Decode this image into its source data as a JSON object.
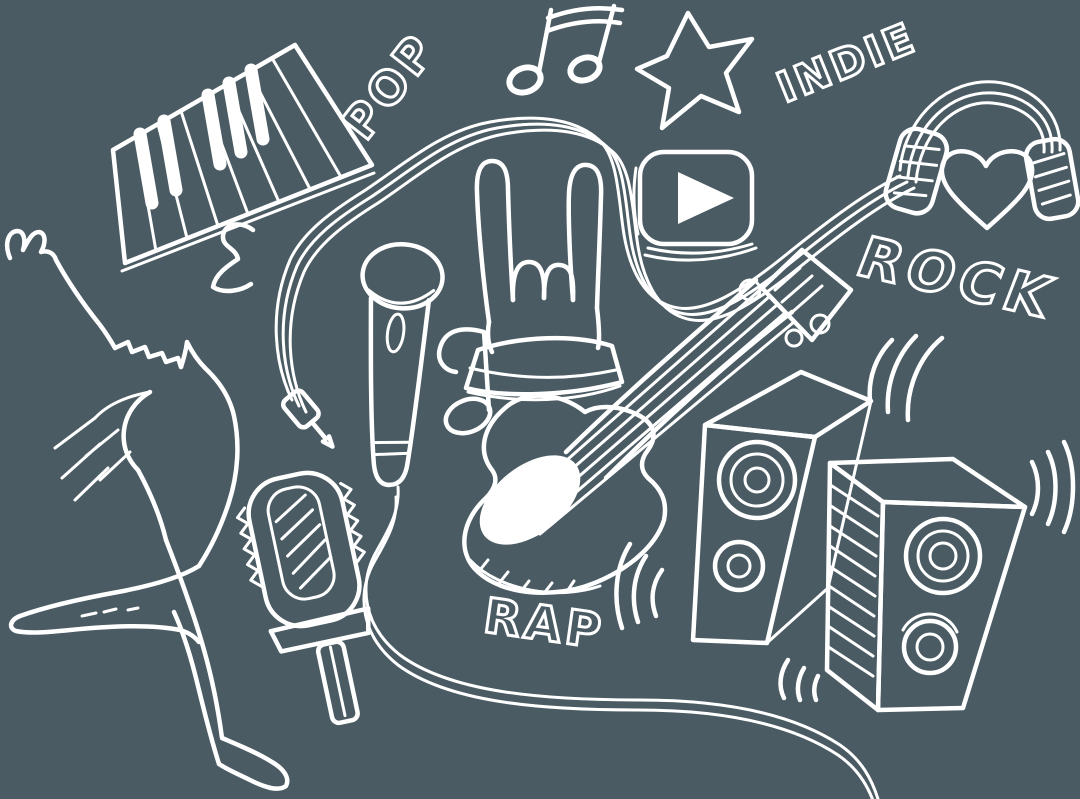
{
  "illustration": {
    "title": "Hand-drawn white music doodles on slate background",
    "labels": {
      "pop": "POP",
      "indie": "INDIE",
      "rock": "ROCK",
      "rap": "RAP"
    },
    "colors": {
      "background": "#4a5b63",
      "line": "#ffffff"
    },
    "doodles": [
      "piano-keyboard-icon",
      "treble-squiggle-icon",
      "pop-label",
      "beamed-music-note-icon",
      "star-icon",
      "indie-label",
      "headphones-heart-icon",
      "audio-cable",
      "jack-plug-icon",
      "play-button-icon",
      "rock-hand-icon",
      "music-note-icon",
      "microphone-icon",
      "microphone-cable",
      "vintage-microphone-icon",
      "guitar-icon",
      "rock-label",
      "speaker-left-icon",
      "speaker-right-icon",
      "sound-waves-icon",
      "rap-label",
      "dancer-silhouette"
    ]
  }
}
